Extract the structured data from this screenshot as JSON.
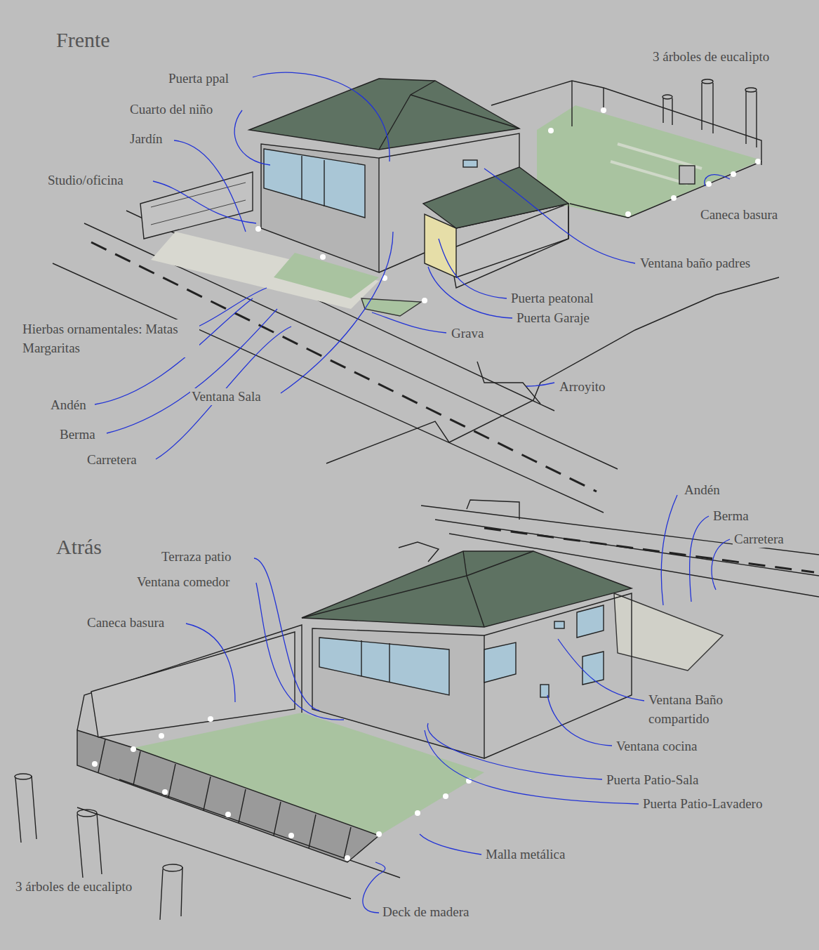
{
  "diagram": {
    "labels": [
      "Frente",
      "Puerta ppal",
      "Cuarto del niño",
      "Jardín",
      "Studio/oficina",
      "3 árboles de eucalipto",
      "Caneca basura",
      "Ventana baño padres",
      "Puerta peatonal",
      "Puerta Garaje",
      "Grava",
      "Hierbas ornamentales: Matas Margaritas",
      "Andén",
      "Berma",
      "Carretera",
      "Ventana Sala",
      "Arroyito",
      "Atrás",
      "Andén",
      "Berma",
      "Carretera",
      "Terraza patio",
      "Ventana comedor",
      "Caneca basura",
      "Ventana Baño compartido",
      "Ventana cocina",
      "Puerta Patio-Sala",
      "Puerta Patio-Lavadero",
      "Malla metálica",
      "3 árboles de eucalipto",
      "Deck de madera"
    ]
  }
}
